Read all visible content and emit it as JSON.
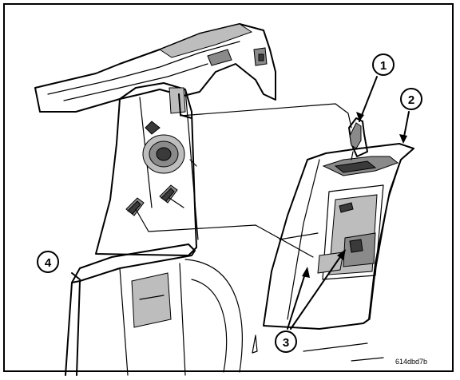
{
  "figure": {
    "callouts": [
      "1",
      "2",
      "3",
      "4"
    ],
    "figure_code": "614dbd7b",
    "colors": {
      "ink": "#000000",
      "paper": "#ffffff",
      "dark_shade": "#3a3a3a",
      "mid_shade": "#8a8a8a"
    }
  }
}
